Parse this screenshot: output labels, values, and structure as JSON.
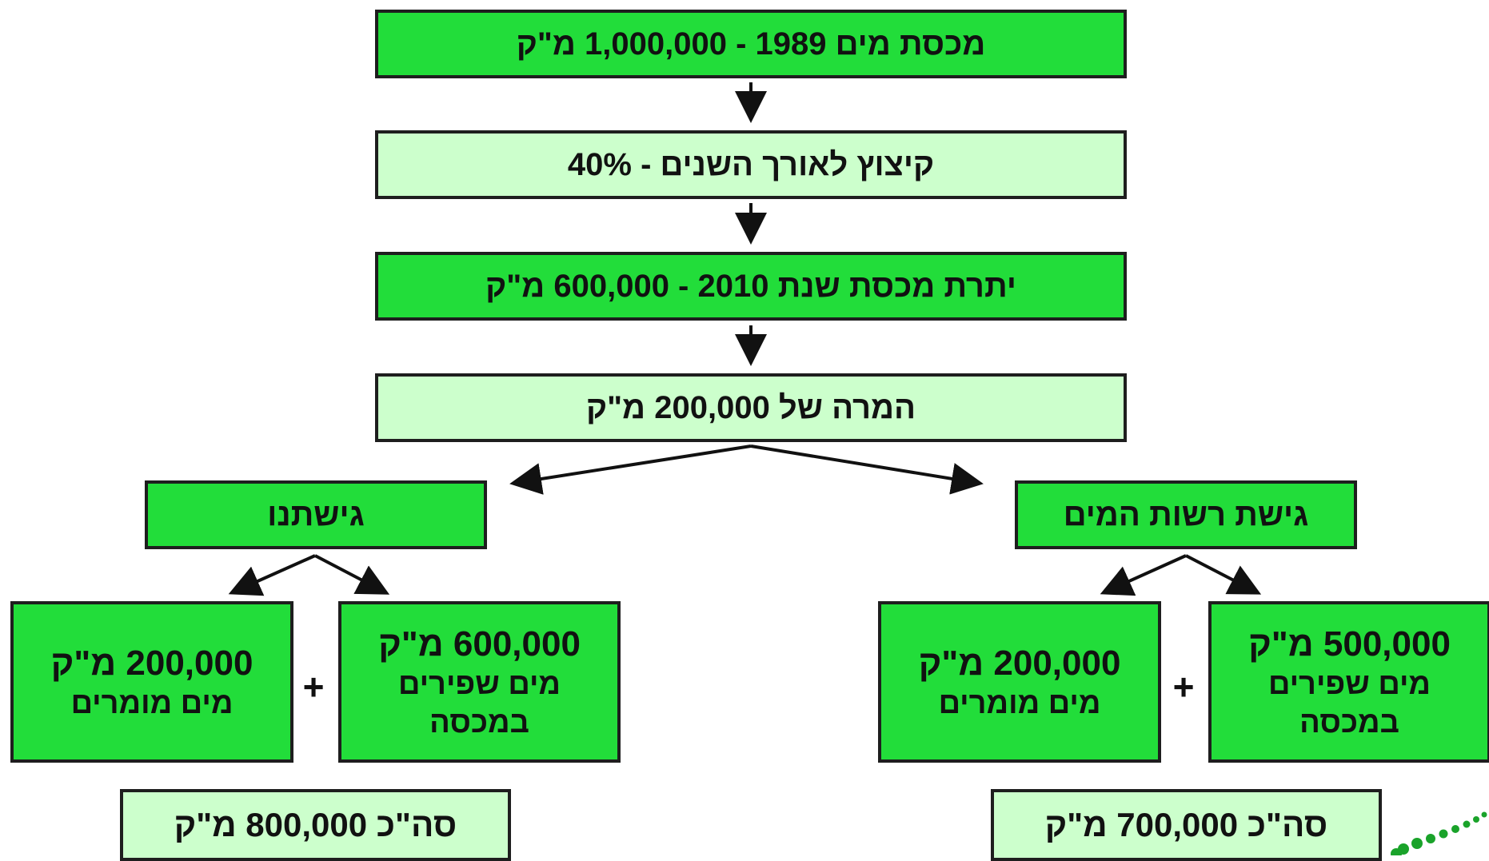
{
  "flow": {
    "step1": "מכסת מים 1989 - 1,000,000 מ\"ק",
    "step2": "קיצוץ לאורך השנים - 40%",
    "step3": "יתרת מכסת שנת 2010 - 600,000 מ\"ק",
    "step4": "המרה של 200,000 מ\"ק"
  },
  "left_branch": {
    "title": "גישתנו",
    "box_fresh": {
      "line1": "600,000 מ\"ק",
      "line2": "מים שפירים",
      "line3": "במכסה"
    },
    "plus": "+",
    "box_brackish": {
      "line1": "200,000 מ\"ק",
      "line2": "מים מומרים"
    },
    "total": "סה\"כ 800,000 מ\"ק"
  },
  "right_branch": {
    "title": "גישת רשות המים",
    "box_fresh": {
      "line1": "500,000 מ\"ק",
      "line2": "מים שפירים",
      "line3": "במכסה"
    },
    "plus": "+",
    "box_brackish": {
      "line1": "200,000 מ\"ק",
      "line2": "מים מומרים"
    },
    "total": "סה\"כ 700,000 מ\"ק"
  },
  "colors": {
    "dark_green": "#22dd3a",
    "light_green": "#ccffcc",
    "border": "#1e1e1e",
    "logo_dots": "#1aa32a"
  }
}
